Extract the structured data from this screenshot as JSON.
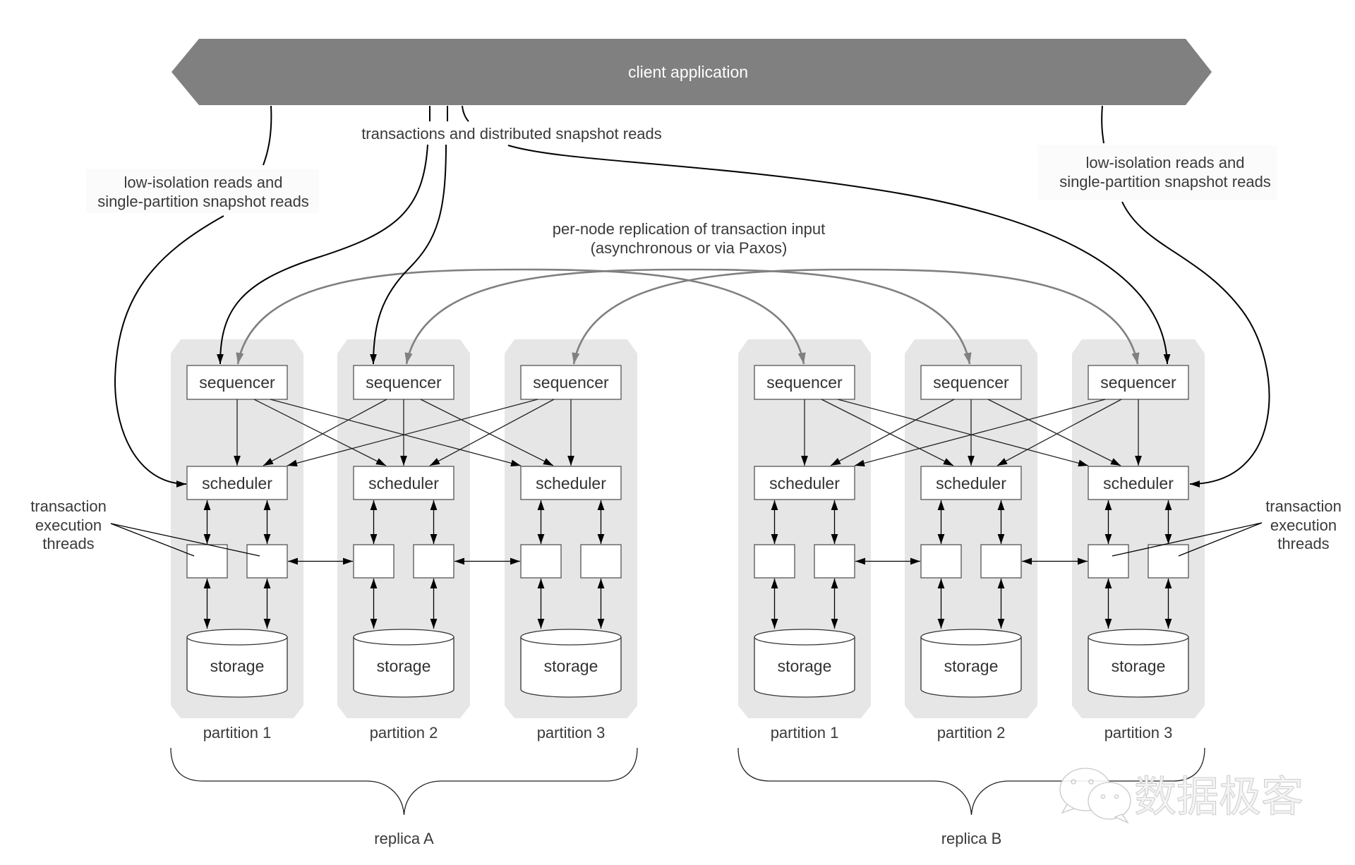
{
  "client": {
    "label": "client application",
    "fill": "#808080"
  },
  "annotations": {
    "transactions": "transactions and distributed snapshot reads",
    "low_iso_left": [
      "low-isolation reads and",
      "single-partition snapshot reads"
    ],
    "low_iso_right": [
      "low-isolation reads and",
      "single-partition snapshot reads"
    ],
    "replication": [
      "per-node replication of transaction input",
      "(asynchronous or via Paxos)"
    ],
    "threads_left": [
      "transaction",
      "execution",
      "threads"
    ],
    "threads_right": [
      "transaction",
      "execution",
      "threads"
    ]
  },
  "replicas": [
    {
      "label": "replica A",
      "partitions": [
        {
          "label": "partition 1",
          "sequencer": "sequencer",
          "scheduler": "scheduler",
          "storage": "storage"
        },
        {
          "label": "partition 2",
          "sequencer": "sequencer",
          "scheduler": "scheduler",
          "storage": "storage"
        },
        {
          "label": "partition 3",
          "sequencer": "sequencer",
          "scheduler": "scheduler",
          "storage": "storage"
        }
      ]
    },
    {
      "label": "replica B",
      "partitions": [
        {
          "label": "partition 1",
          "sequencer": "sequencer",
          "scheduler": "scheduler",
          "storage": "storage"
        },
        {
          "label": "partition 2",
          "sequencer": "sequencer",
          "scheduler": "scheduler",
          "storage": "storage"
        },
        {
          "label": "partition 3",
          "sequencer": "sequencer",
          "scheduler": "scheduler",
          "storage": "storage"
        }
      ]
    }
  ],
  "watermark": {
    "text": "数据极客",
    "icon": "wechat-icon"
  },
  "colors": {
    "partition_bg": "#e6e6e6",
    "replication_arrow": "#808080",
    "flow_arrow": "#000000",
    "text": "#3a3a3a"
  }
}
